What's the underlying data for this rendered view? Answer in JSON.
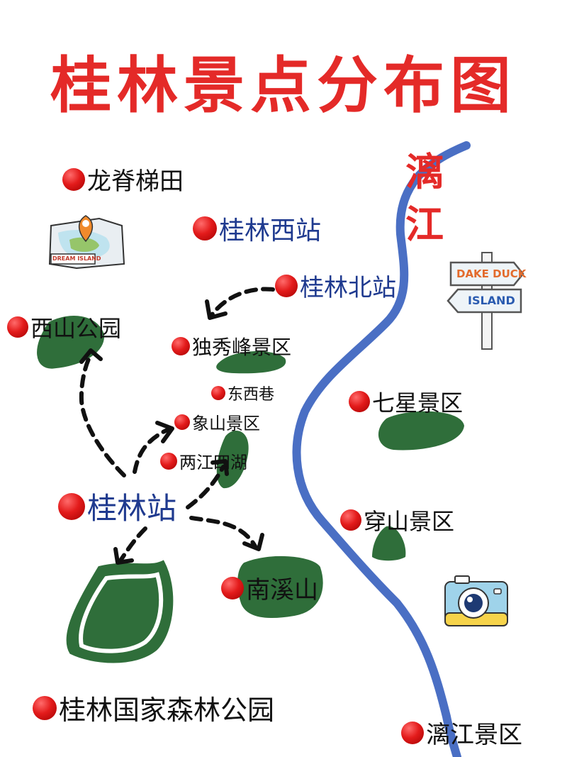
{
  "title": "桂林景点分布图",
  "river": {
    "name_line1": "漓",
    "name_line2": "江"
  },
  "sticker_sign": {
    "top": "DAKE DUCK",
    "bottom": "ISLAND"
  },
  "sticker_map": {
    "label": "DREAM ISLAND"
  },
  "places": {
    "longji": "龙脊梯田",
    "guilin_west": "桂林西站",
    "guilin_north": "桂林北站",
    "xishan": "西山公园",
    "duxiufeng": "独秀峰景区",
    "dongxixiang": "东西巷",
    "xiangshan": "象山景区",
    "liangjiang": "两江四湖",
    "qixing": "七星景区",
    "guilin_station": "桂林站",
    "chuanshan": "穿山景区",
    "nanxishan": "南溪山",
    "forest_park": "桂林国家森林公园",
    "lijiang_scenic": "漓江景区"
  },
  "colors": {
    "title": "#e42a28",
    "river": "#4a6fc4",
    "park": "#2f6e3a",
    "station": "#1f3a8f",
    "marker": "#e31b1b"
  }
}
